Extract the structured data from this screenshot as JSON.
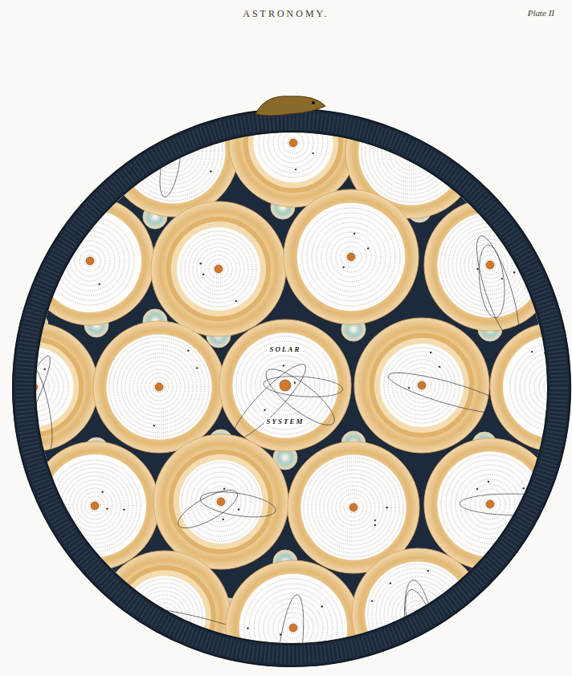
{
  "diagram": {
    "title": "ASTRONOMY.",
    "nodes": [
      {
        "text": [
          "SOLAR",
          "SYSTEM"
        ]
      }
    ],
    "labels": [
      "Plate II"
    ]
  }
}
